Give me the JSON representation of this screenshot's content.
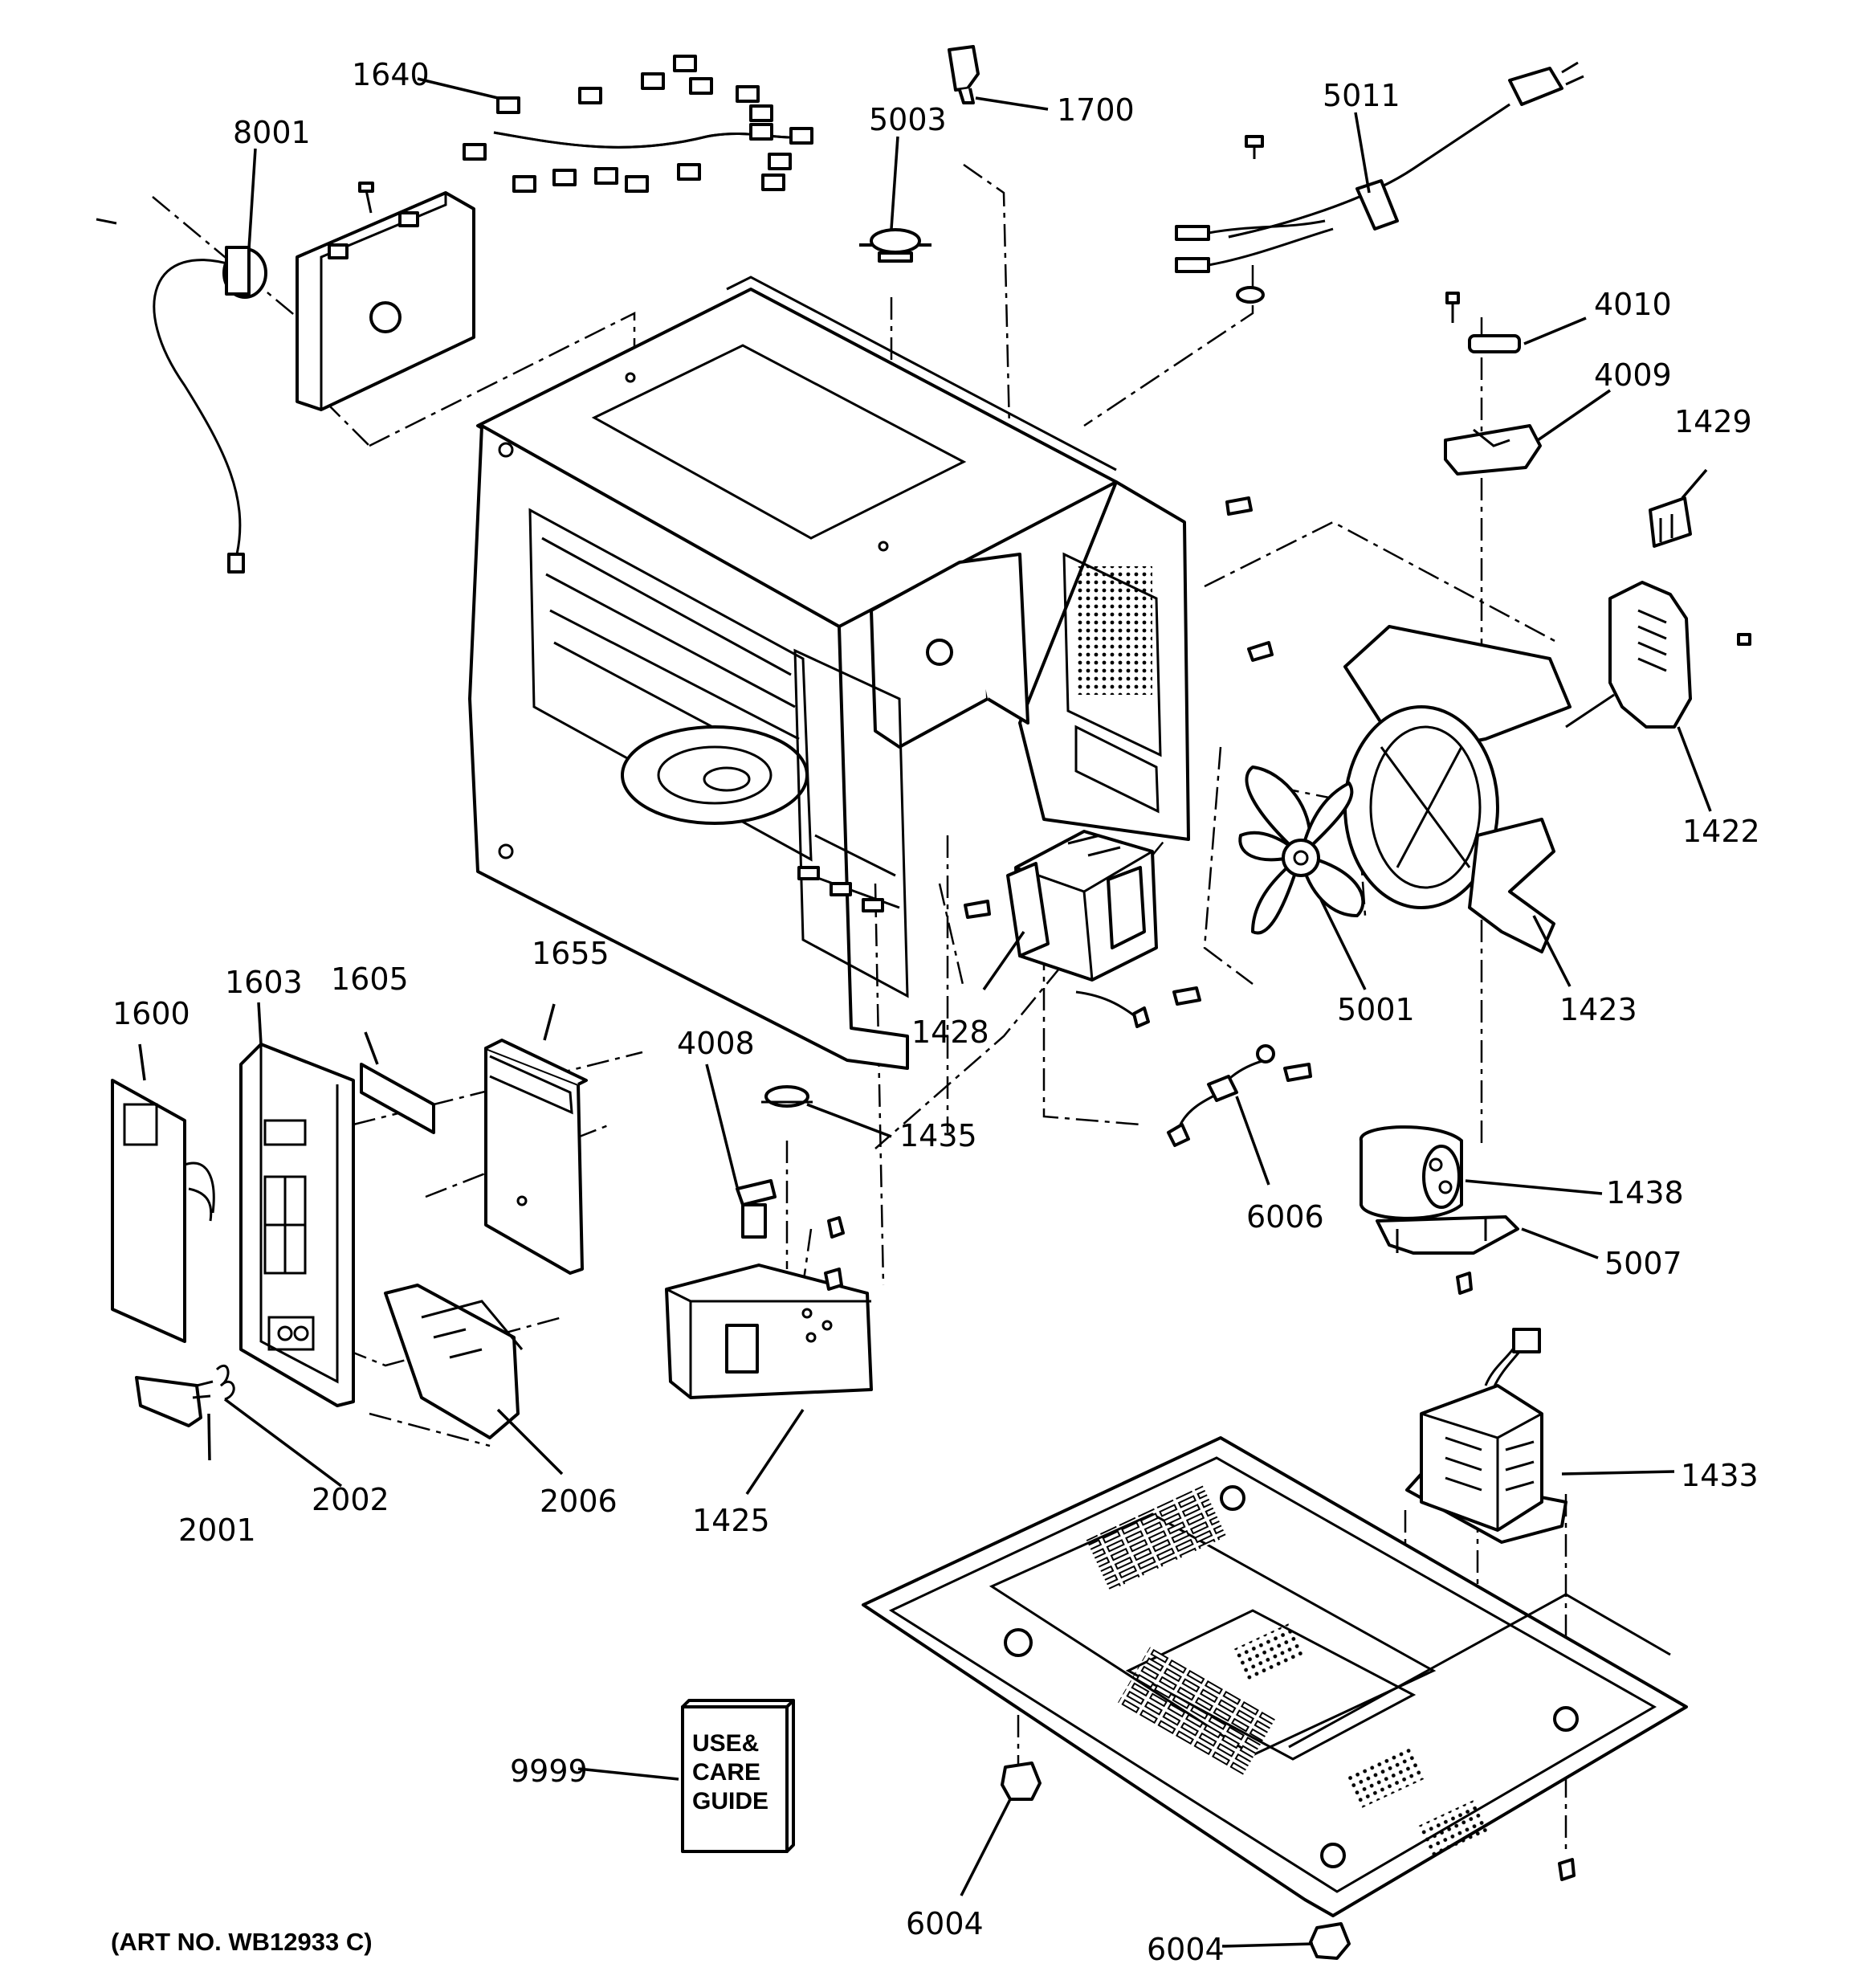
{
  "diagram": {
    "art_number": "(ART NO. WB12933 C)",
    "manual": {
      "lines": [
        "USE&",
        "CARE",
        "GUIDE"
      ]
    },
    "labels": [
      {
        "id": "1640",
        "text": "1640"
      },
      {
        "id": "8001",
        "text": "8001"
      },
      {
        "id": "5003",
        "text": "5003"
      },
      {
        "id": "1700",
        "text": "1700"
      },
      {
        "id": "5011",
        "text": "5011"
      },
      {
        "id": "4010",
        "text": "4010"
      },
      {
        "id": "4009",
        "text": "4009"
      },
      {
        "id": "1429",
        "text": "1429"
      },
      {
        "id": "1422",
        "text": "1422"
      },
      {
        "id": "1423",
        "text": "1423"
      },
      {
        "id": "5001",
        "text": "5001"
      },
      {
        "id": "1428",
        "text": "1428"
      },
      {
        "id": "1600",
        "text": "1600"
      },
      {
        "id": "1603",
        "text": "1603"
      },
      {
        "id": "1605",
        "text": "1605"
      },
      {
        "id": "1655",
        "text": "1655"
      },
      {
        "id": "4008",
        "text": "4008"
      },
      {
        "id": "1435",
        "text": "1435"
      },
      {
        "id": "6006",
        "text": "6006"
      },
      {
        "id": "1438",
        "text": "1438"
      },
      {
        "id": "5007",
        "text": "5007"
      },
      {
        "id": "1425",
        "text": "1425"
      },
      {
        "id": "2001",
        "text": "2001"
      },
      {
        "id": "2002",
        "text": "2002"
      },
      {
        "id": "2006",
        "text": "2006"
      },
      {
        "id": "1433",
        "text": "1433"
      },
      {
        "id": "9999",
        "text": "9999"
      },
      {
        "id": "6004a",
        "text": "6004"
      },
      {
        "id": "6004b",
        "text": "6004"
      }
    ]
  }
}
